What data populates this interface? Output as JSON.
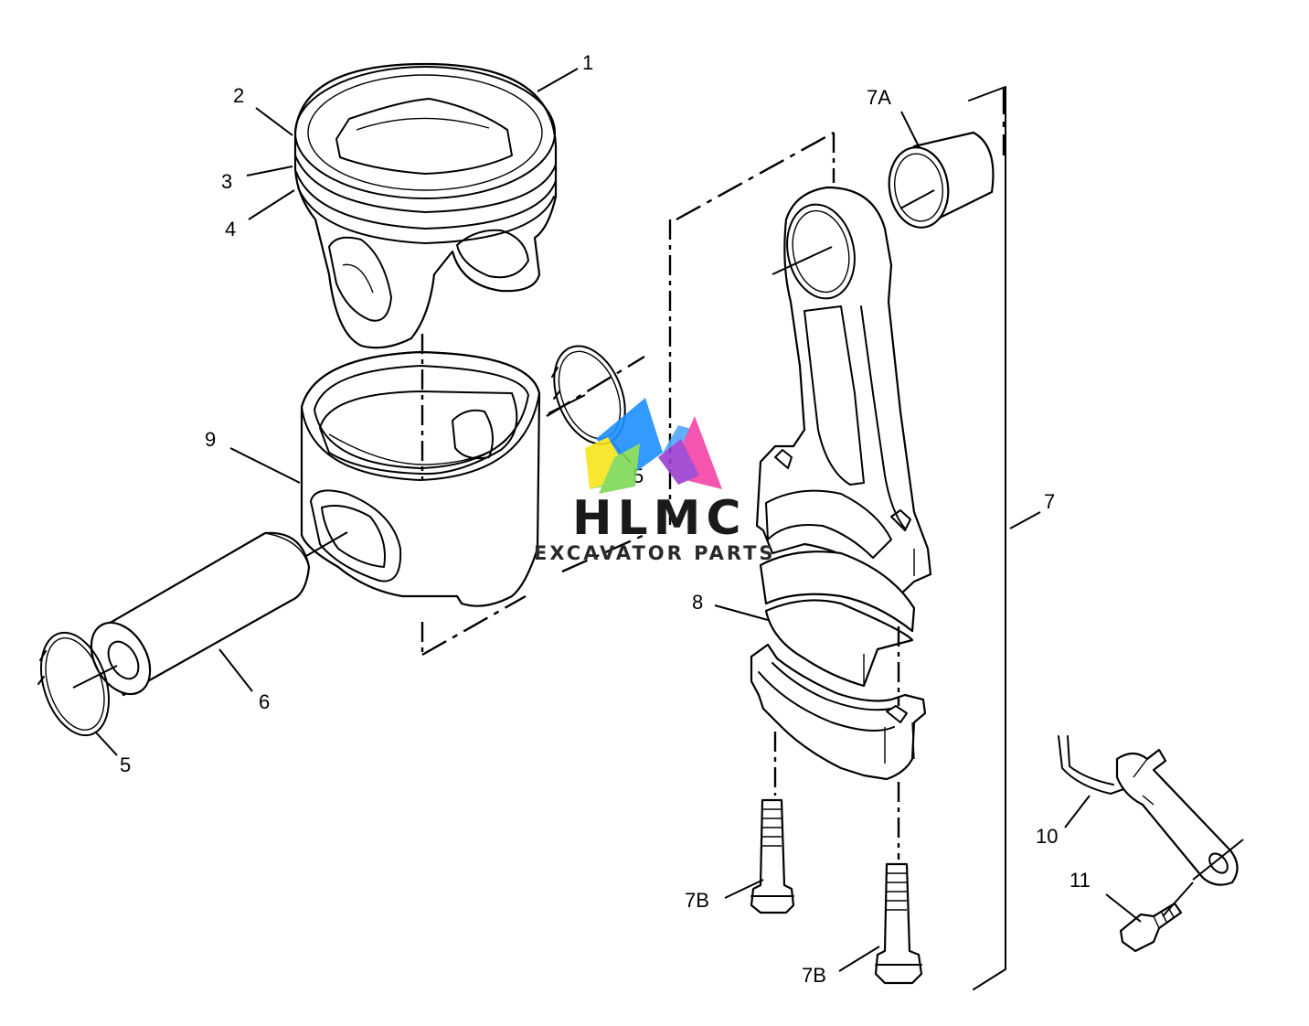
{
  "callouts": {
    "piston_assembly": "1",
    "ring_top": "2",
    "ring_second": "3",
    "ring_oil": "4",
    "retainer_right": "5",
    "retainer_left": "5",
    "piston_pin": "6",
    "connecting_rod_assembly": "7",
    "bearing_7a": "7A",
    "bolt_left": "7B",
    "bolt_right": "7B",
    "rod_bearing": "8",
    "piston_skirt": "9",
    "nozzle": "10",
    "nozzle_bolt": "11"
  },
  "watermark": {
    "brand": "HLMC",
    "tagline": "EXCAVATOR PARTS",
    "logo_colors": [
      "#1e90ff",
      "#f542a7",
      "#9b3fd1",
      "#f7e51b",
      "#7ed957"
    ]
  }
}
